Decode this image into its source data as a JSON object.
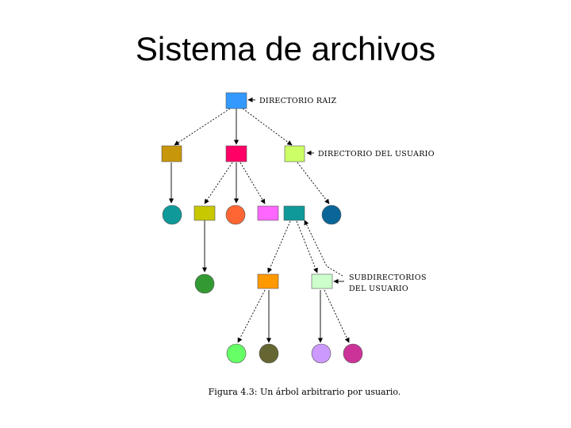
{
  "slide": {
    "title": "Sistema de archivos"
  },
  "diagram": {
    "label_root": "DIRECTORIO RAIZ",
    "label_user": "DIRECTORIO DEL USUARIO",
    "label_sub_line1": "SUBDIRECTORIOS",
    "label_sub_line2": "DEL USUARIO",
    "caption": "Figura 4.3: Un árbol arbitrario por usuario.",
    "colors": {
      "root": "#3399ff",
      "dir_a": "#c8960a",
      "dir_b": "#ff0066",
      "dir_c": "#ccff66",
      "leaf_teal": "#0f9999",
      "file_olive": "#c8c800",
      "leaf_orange": "#ff6633",
      "file_pink": "#ff66ff",
      "dir_teal": "#0f9999",
      "leaf_blue": "#0a6699",
      "leaf_green": "#339933",
      "dir_orange": "#ff9900",
      "dir_mint": "#ccffcc",
      "leaf_lightgreen": "#66ff66",
      "leaf_darkolive": "#666633",
      "leaf_lavender": "#cc99ff",
      "leaf_magenta": "#cc3399"
    }
  }
}
